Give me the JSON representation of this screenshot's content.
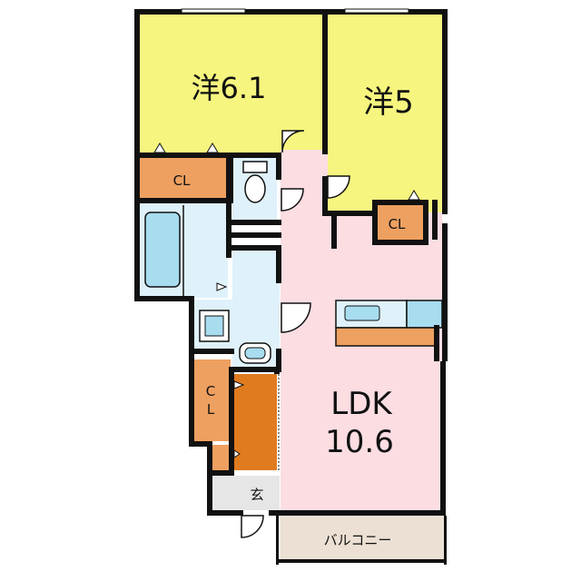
{
  "floorplan": {
    "colors": {
      "bedroom": "#f6f57f",
      "ldk": "#fbdde2",
      "closet": "#eea060",
      "wet_area": "#dff1fb",
      "entrance_floor": "#e07b20",
      "genkan": "#e6e6e6",
      "balcony": "#ebe0d3",
      "wall": "#111111",
      "fixture_blue": "#a8dcef"
    },
    "rooms": {
      "bedroom1": {
        "label": "洋6.1"
      },
      "bedroom2": {
        "label": "洋5"
      },
      "closet1": {
        "label": "CL"
      },
      "closet2": {
        "label": "CL"
      },
      "closet3": {
        "label_line1": "C",
        "label_line2": "L"
      },
      "ldk": {
        "label_line1": "LDK",
        "label_line2": "10.6"
      },
      "genkan": {
        "label": "玄"
      },
      "balcony": {
        "label": "バルコニー"
      }
    }
  }
}
